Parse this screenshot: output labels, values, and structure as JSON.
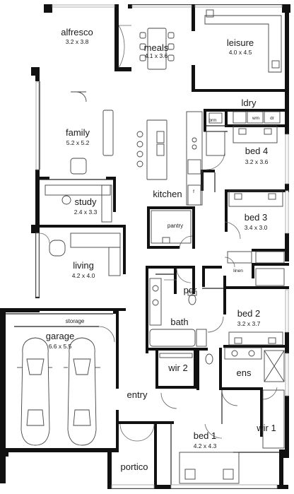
{
  "rooms": {
    "alfresco": {
      "name": "alfresco",
      "size": "3.2 x 3.8"
    },
    "meals": {
      "name": "meals",
      "size": "4.1 x 3.6"
    },
    "leisure": {
      "name": "leisure",
      "size": "4.0 x 4.5"
    },
    "family": {
      "name": "family",
      "size": "5.2 x 5.2"
    },
    "ldry": {
      "name": "ldry"
    },
    "brm": {
      "name": "brm"
    },
    "wm": {
      "name": "wm"
    },
    "dr": {
      "name": "dr"
    },
    "bed4": {
      "name": "bed 4",
      "size": "3.2 x 3.6"
    },
    "kitchen": {
      "name": "kitchen"
    },
    "fridge": {
      "name": "f"
    },
    "study": {
      "name": "study",
      "size": "2.4 x 3.3"
    },
    "pantry": {
      "name": "pantry"
    },
    "bed3": {
      "name": "bed 3",
      "size": "3.4 x 3.0"
    },
    "linen": {
      "name": "linen"
    },
    "living": {
      "name": "living",
      "size": "4.2 x 4.0"
    },
    "pdr": {
      "name": "pdr"
    },
    "bed2": {
      "name": "bed 2",
      "size": "3.2 x 3.7"
    },
    "storage": {
      "name": "storage"
    },
    "garage": {
      "name": "garage",
      "size": "6.6 x 5.5"
    },
    "bath": {
      "name": "bath"
    },
    "wir2": {
      "name": "wir 2"
    },
    "ens": {
      "name": "ens"
    },
    "entry": {
      "name": "entry"
    },
    "wir1": {
      "name": "wir 1"
    },
    "bed1": {
      "name": "bed 1",
      "size": "4.2 x 4.3"
    },
    "portico": {
      "name": "portico"
    }
  }
}
